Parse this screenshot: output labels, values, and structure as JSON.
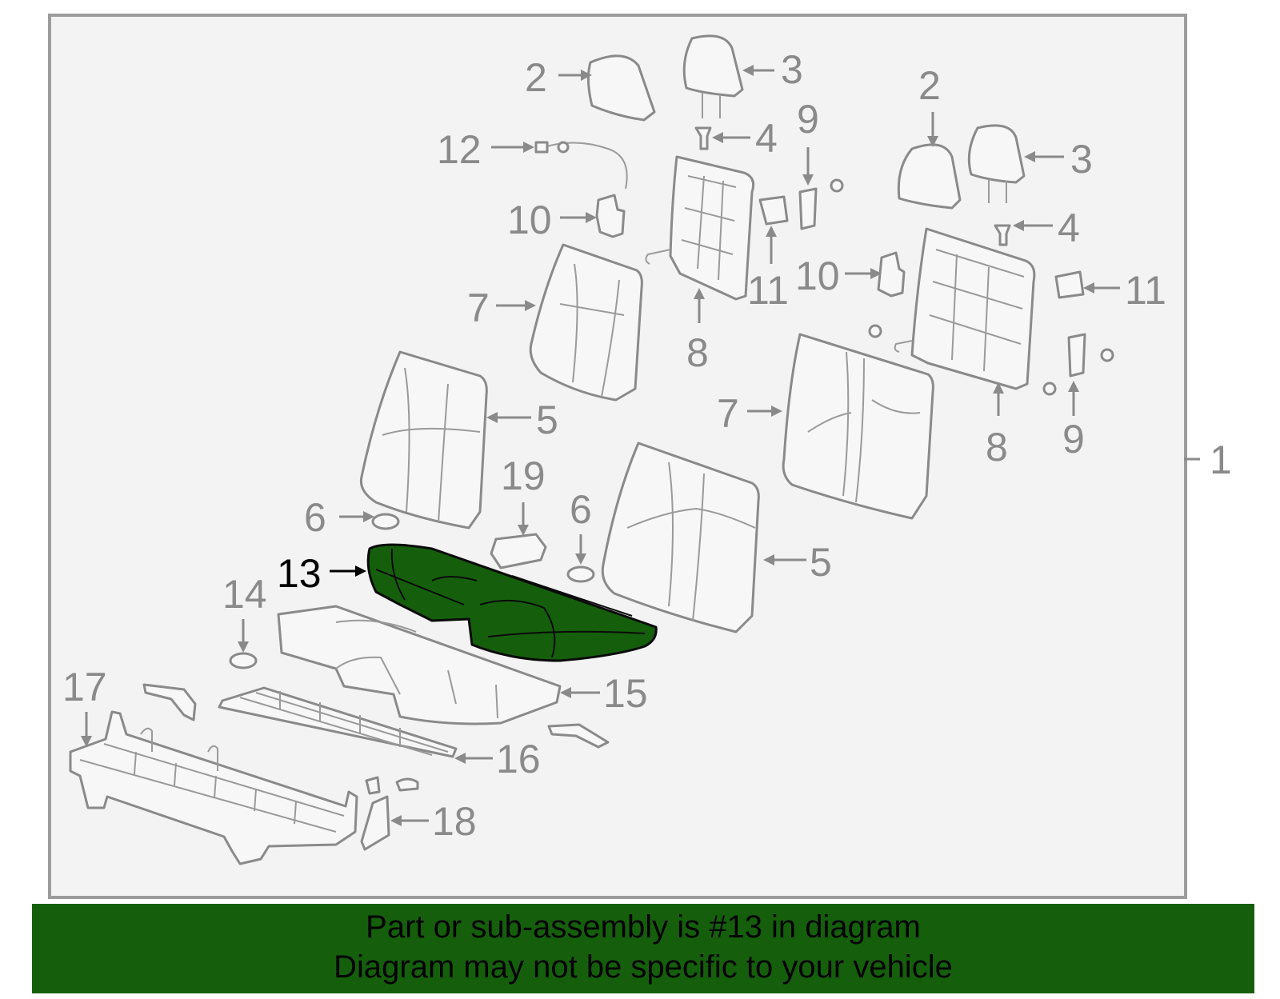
{
  "diagram": {
    "title": "",
    "highlight_color": "#155f0c",
    "callouts": [
      {
        "id": "c1",
        "label": "1"
      },
      {
        "id": "c2a",
        "label": "2"
      },
      {
        "id": "c2b",
        "label": "2"
      },
      {
        "id": "c3a",
        "label": "3"
      },
      {
        "id": "c3b",
        "label": "3"
      },
      {
        "id": "c4a",
        "label": "4"
      },
      {
        "id": "c4b",
        "label": "4"
      },
      {
        "id": "c5a",
        "label": "5"
      },
      {
        "id": "c5b",
        "label": "5"
      },
      {
        "id": "c6a",
        "label": "6"
      },
      {
        "id": "c6b",
        "label": "6"
      },
      {
        "id": "c7a",
        "label": "7"
      },
      {
        "id": "c7b",
        "label": "7"
      },
      {
        "id": "c8a",
        "label": "8"
      },
      {
        "id": "c8b",
        "label": "8"
      },
      {
        "id": "c9a",
        "label": "9"
      },
      {
        "id": "c9b",
        "label": "9"
      },
      {
        "id": "c10a",
        "label": "10"
      },
      {
        "id": "c10b",
        "label": "10"
      },
      {
        "id": "c11a",
        "label": "11"
      },
      {
        "id": "c11b",
        "label": "11"
      },
      {
        "id": "c12",
        "label": "12"
      },
      {
        "id": "c13",
        "label": "13"
      },
      {
        "id": "c14",
        "label": "14"
      },
      {
        "id": "c15",
        "label": "15"
      },
      {
        "id": "c16",
        "label": "16"
      },
      {
        "id": "c17",
        "label": "17"
      },
      {
        "id": "c18",
        "label": "18"
      },
      {
        "id": "c19",
        "label": "19"
      }
    ]
  },
  "banner": {
    "line1": "Part or sub-assembly is #13 in diagram",
    "line2": "Diagram may not be specific to your vehicle"
  }
}
